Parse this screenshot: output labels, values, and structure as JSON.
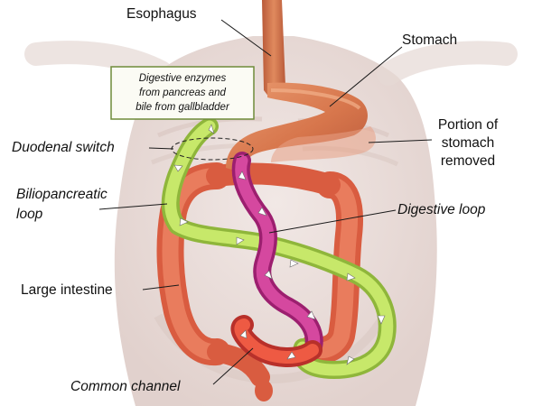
{
  "labels": {
    "esophagus": "Esophagus",
    "stomach": "Stomach",
    "portion_removed": [
      "Portion of",
      "stomach",
      "removed"
    ],
    "enzymes_box": [
      "Digestive enzymes",
      "from pancreas and",
      "bile from gallbladder"
    ],
    "duodenal_switch": "Duodenal switch",
    "biliopancreatic_loop": [
      "Biliopancreatic",
      "loop"
    ],
    "digestive_loop": "Digestive loop",
    "large_intestine": "Large intestine",
    "common_channel": "Common channel"
  },
  "colors": {
    "background": "#ffffff",
    "body_silhouette": "#e3d3cf",
    "large_intestine": "#e86a4c",
    "stomach": "#d9784d",
    "esophagus": "#d77648",
    "biliopancreatic_limb": "#b6dc5a",
    "digestive_limb": "#c42f8f",
    "common_channel": "#e24a37",
    "enzymes_box_border": "#6e8b3a",
    "arrow_fill": "#ffffff"
  }
}
